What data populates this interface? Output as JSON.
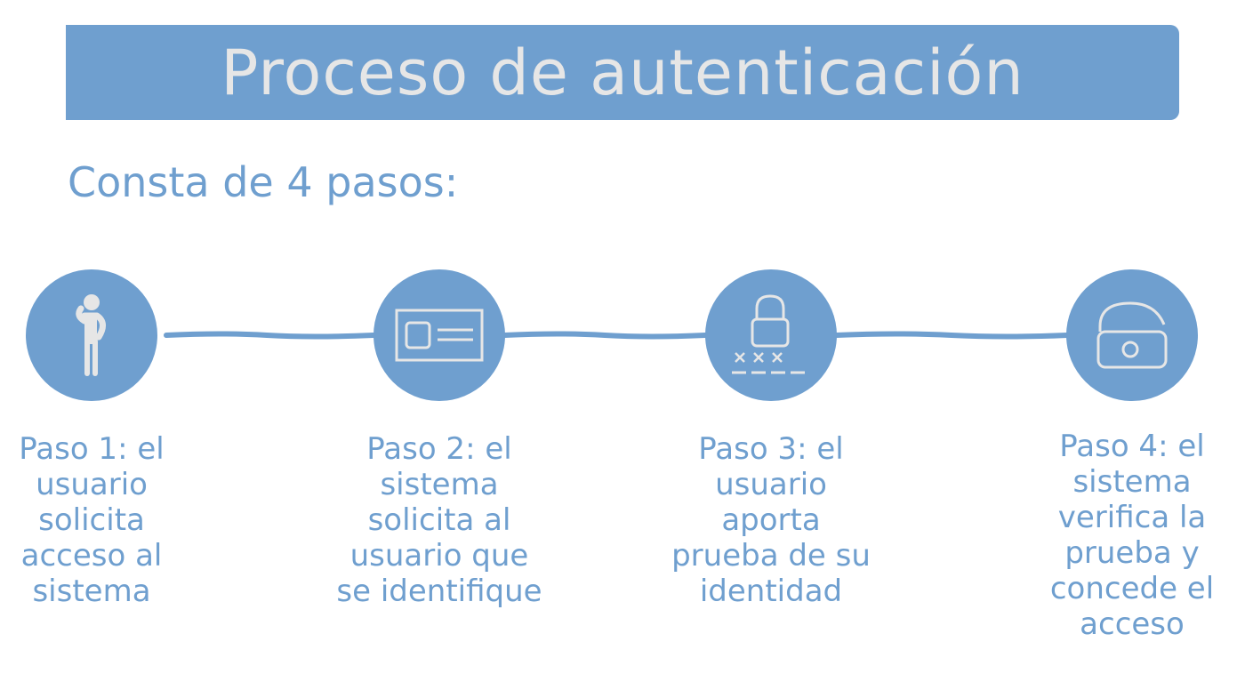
{
  "title": "Proceso de autenticación",
  "subtitle": "Consta de 4 pasos:",
  "colors": {
    "accent": "#6f9fcf",
    "icon_stroke": "#e6e6e6"
  },
  "steps": [
    {
      "label": "Paso 1: el\nusuario\nsolicita\nacceso al\nsistema",
      "icon": "person-icon"
    },
    {
      "label": "Paso 2: el\nsistema\nsolicita al\nusuario que\nse identifique",
      "icon": "id-card-icon"
    },
    {
      "label": "Paso 3: el\nusuario\naporta\nprueba de su\nidentidad",
      "icon": "lock-password-icon"
    },
    {
      "label": "Paso 4: el\nsistema\nverifica la\nprueba y\nconcede el\nacceso",
      "icon": "unlocked-lock-icon"
    }
  ]
}
